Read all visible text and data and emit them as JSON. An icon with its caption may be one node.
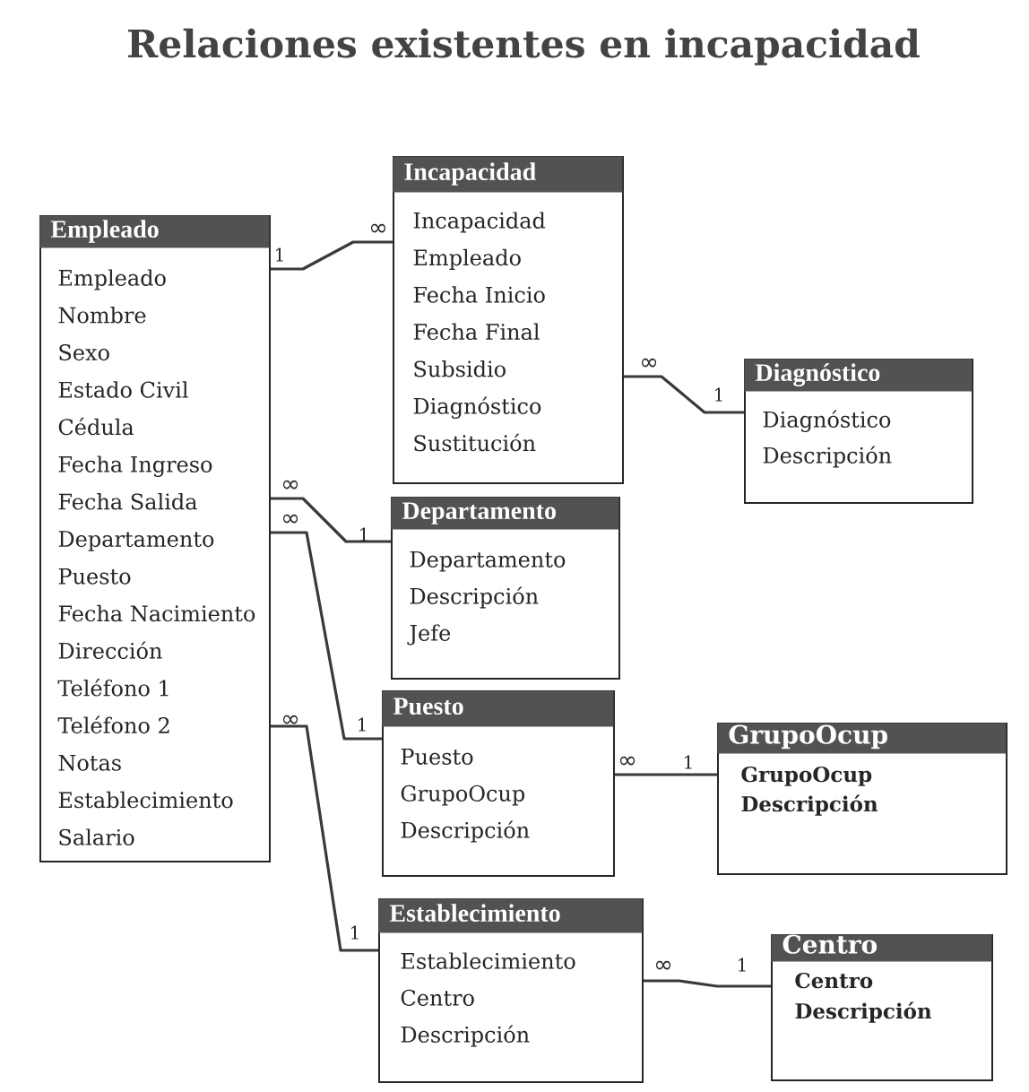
{
  "diagram": {
    "title": "Relaciones existentes en incapacidad",
    "nodes": [
      {
        "text": [
          "Empleado",
          "Empleado",
          "Nombre",
          "Sexo",
          "Estado Civil",
          "Cédula",
          "Fecha Ingreso",
          "Fecha Salida",
          "Departamento",
          "Puesto",
          "Fecha Nacimiento",
          "Dirección",
          "Teléfono 1",
          "Teléfono 2",
          "Notas",
          "Establecimiento",
          "Salario"
        ]
      },
      {
        "text": [
          "Incapacidad",
          "Incapacidad",
          "Empleado",
          "Fecha Inicio",
          "Fecha Final",
          "Subsidio",
          "Diagnóstico",
          "Sustitución"
        ]
      },
      {
        "text": [
          "Diagnóstico",
          "Diagnóstico",
          "Descripción"
        ]
      },
      {
        "text": [
          "Departamento",
          "Departamento",
          "Descripción",
          "Jefe"
        ]
      },
      {
        "text": [
          "Puesto",
          "Puesto",
          "GrupoOcup",
          "Descripción"
        ]
      },
      {
        "text": [
          "GrupoOcup",
          "GrupoOcup",
          "Descripción"
        ]
      },
      {
        "text": [
          "Establecimiento",
          "Establecimiento",
          "Centro",
          "Descripción"
        ]
      },
      {
        "text": [
          "Centro",
          "Centro",
          "Descripción"
        ]
      }
    ],
    "edges": [
      {
        "from": 0,
        "to": 1,
        "arrow": "none"
      },
      {
        "from": 1,
        "to": 2,
        "arrow": "none"
      },
      {
        "from": 0,
        "to": 3,
        "arrow": "none"
      },
      {
        "from": 0,
        "to": 4,
        "arrow": "none"
      },
      {
        "from": 0,
        "to": 6,
        "arrow": "none"
      },
      {
        "from": 4,
        "to": 5,
        "arrow": "none"
      },
      {
        "from": 6,
        "to": 7,
        "arrow": "none"
      }
    ],
    "labels": [
      "∞",
      "1",
      "∞",
      "1",
      "∞",
      "∞",
      "1",
      "∞",
      "1",
      "∞",
      "1",
      "1",
      "∞",
      "1"
    ]
  }
}
